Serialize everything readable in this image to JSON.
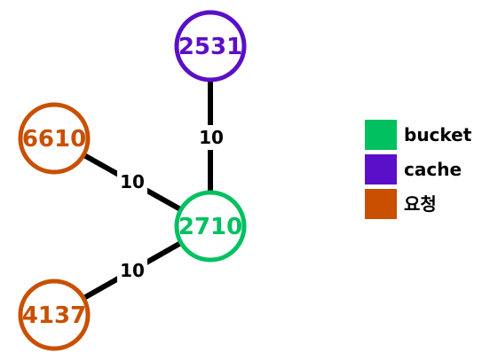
{
  "colors": {
    "bucket": "#00c060",
    "cache": "#5a0fc8",
    "request": "#c85000"
  },
  "nodes": [
    {
      "id": "2531",
      "label": "2531",
      "category": "cache"
    },
    {
      "id": "6610",
      "label": "6610",
      "category": "request"
    },
    {
      "id": "2710",
      "label": "2710",
      "category": "bucket"
    },
    {
      "id": "4137",
      "label": "4137",
      "category": "request"
    }
  ],
  "edges": [
    {
      "from": "2531",
      "to": "2710",
      "label": "10"
    },
    {
      "from": "6610",
      "to": "2710",
      "label": "10"
    },
    {
      "from": "4137",
      "to": "2710",
      "label": "10"
    }
  ],
  "legend": [
    {
      "category": "bucket",
      "label": "bucket"
    },
    {
      "category": "cache",
      "label": "cache"
    },
    {
      "category": "request",
      "label": "요청"
    }
  ]
}
